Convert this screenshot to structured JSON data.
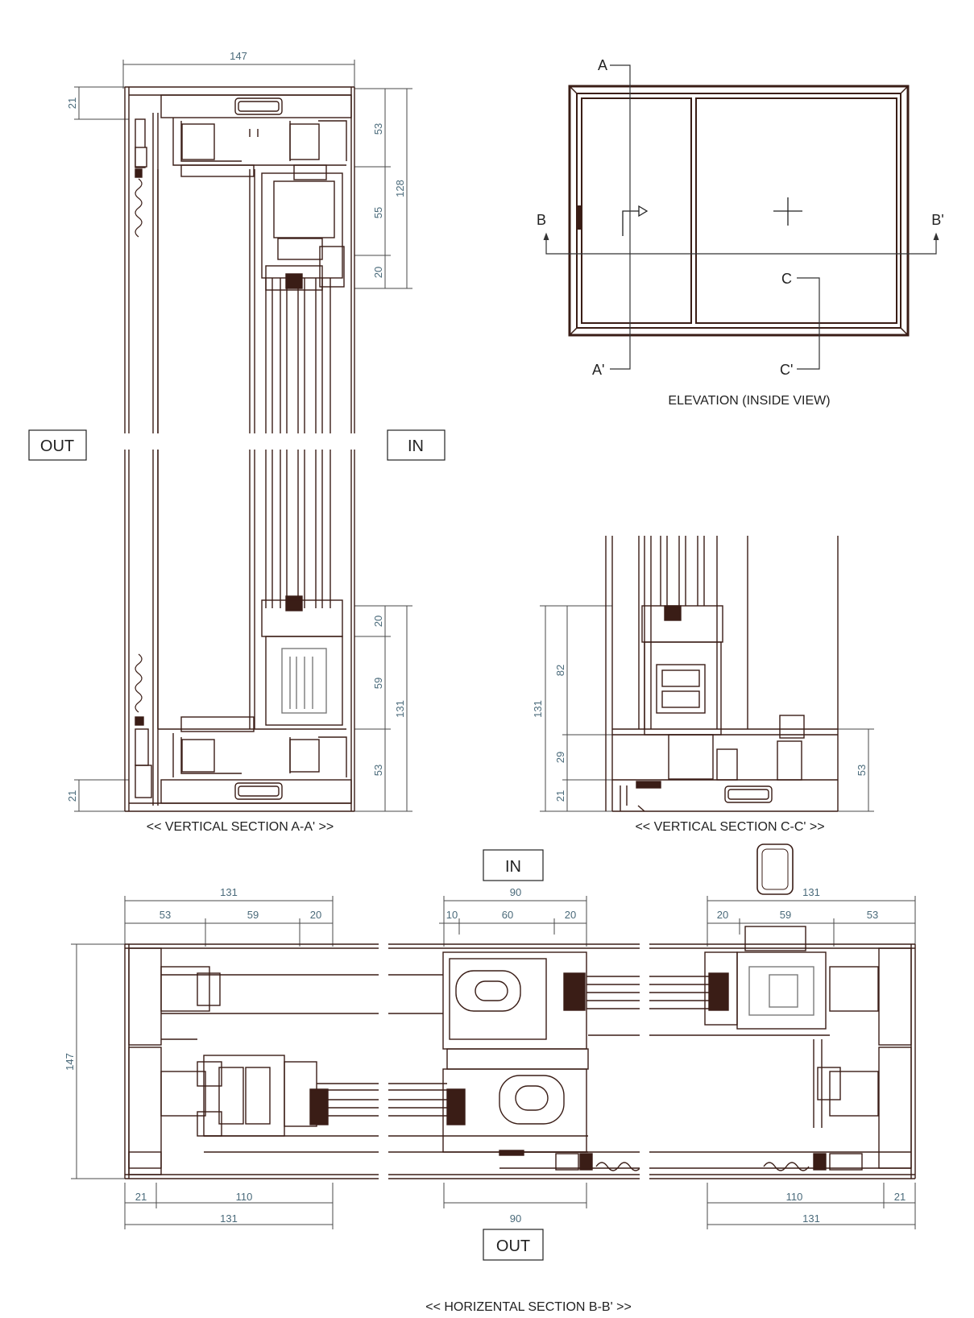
{
  "labels": {
    "out": "OUT",
    "in": "IN"
  },
  "captions": {
    "elevation": "ELEVATION (INSIDE VIEW)",
    "vertical_aa": "<< VERTICAL SECTION A-A' >>",
    "vertical_cc": "<< VERTICAL SECTION C-C' >>",
    "horizontal_bb": "<< HORIZENTAL SECTION B-B' >>"
  },
  "section_marks": {
    "a": "A",
    "a_prime": "A'",
    "b": "B",
    "b_prime": "B'",
    "c": "C",
    "c_prime": "C'"
  },
  "dims_aa": {
    "top_width": "147",
    "top_left": "21",
    "top_a": "53",
    "top_b": "55",
    "top_c": "20",
    "top_total": "128",
    "bot_a": "20",
    "bot_b": "59",
    "bot_c": "53",
    "bot_total": "131",
    "bot_left": "21"
  },
  "dims_cc": {
    "total": "131",
    "a": "82",
    "b": "29",
    "c": "21",
    "right": "53"
  },
  "dims_bb": {
    "top_left_total": "131",
    "top_left_a": "53",
    "top_left_b": "59",
    "top_left_c": "20",
    "top_mid_total": "90",
    "top_mid_a": "10",
    "top_mid_b": "60",
    "top_mid_c": "20",
    "top_right_total": "131",
    "top_right_a": "20",
    "top_right_b": "59",
    "top_right_c": "53",
    "left_height": "147",
    "bot_left_a": "21",
    "bot_left_b": "110",
    "bot_left_total": "131",
    "bot_mid": "90",
    "bot_right_a": "110",
    "bot_right_b": "21",
    "bot_right_total": "131"
  },
  "colors": {
    "profile": "#3a1d16",
    "dimension_text": "#4a6a7a"
  }
}
